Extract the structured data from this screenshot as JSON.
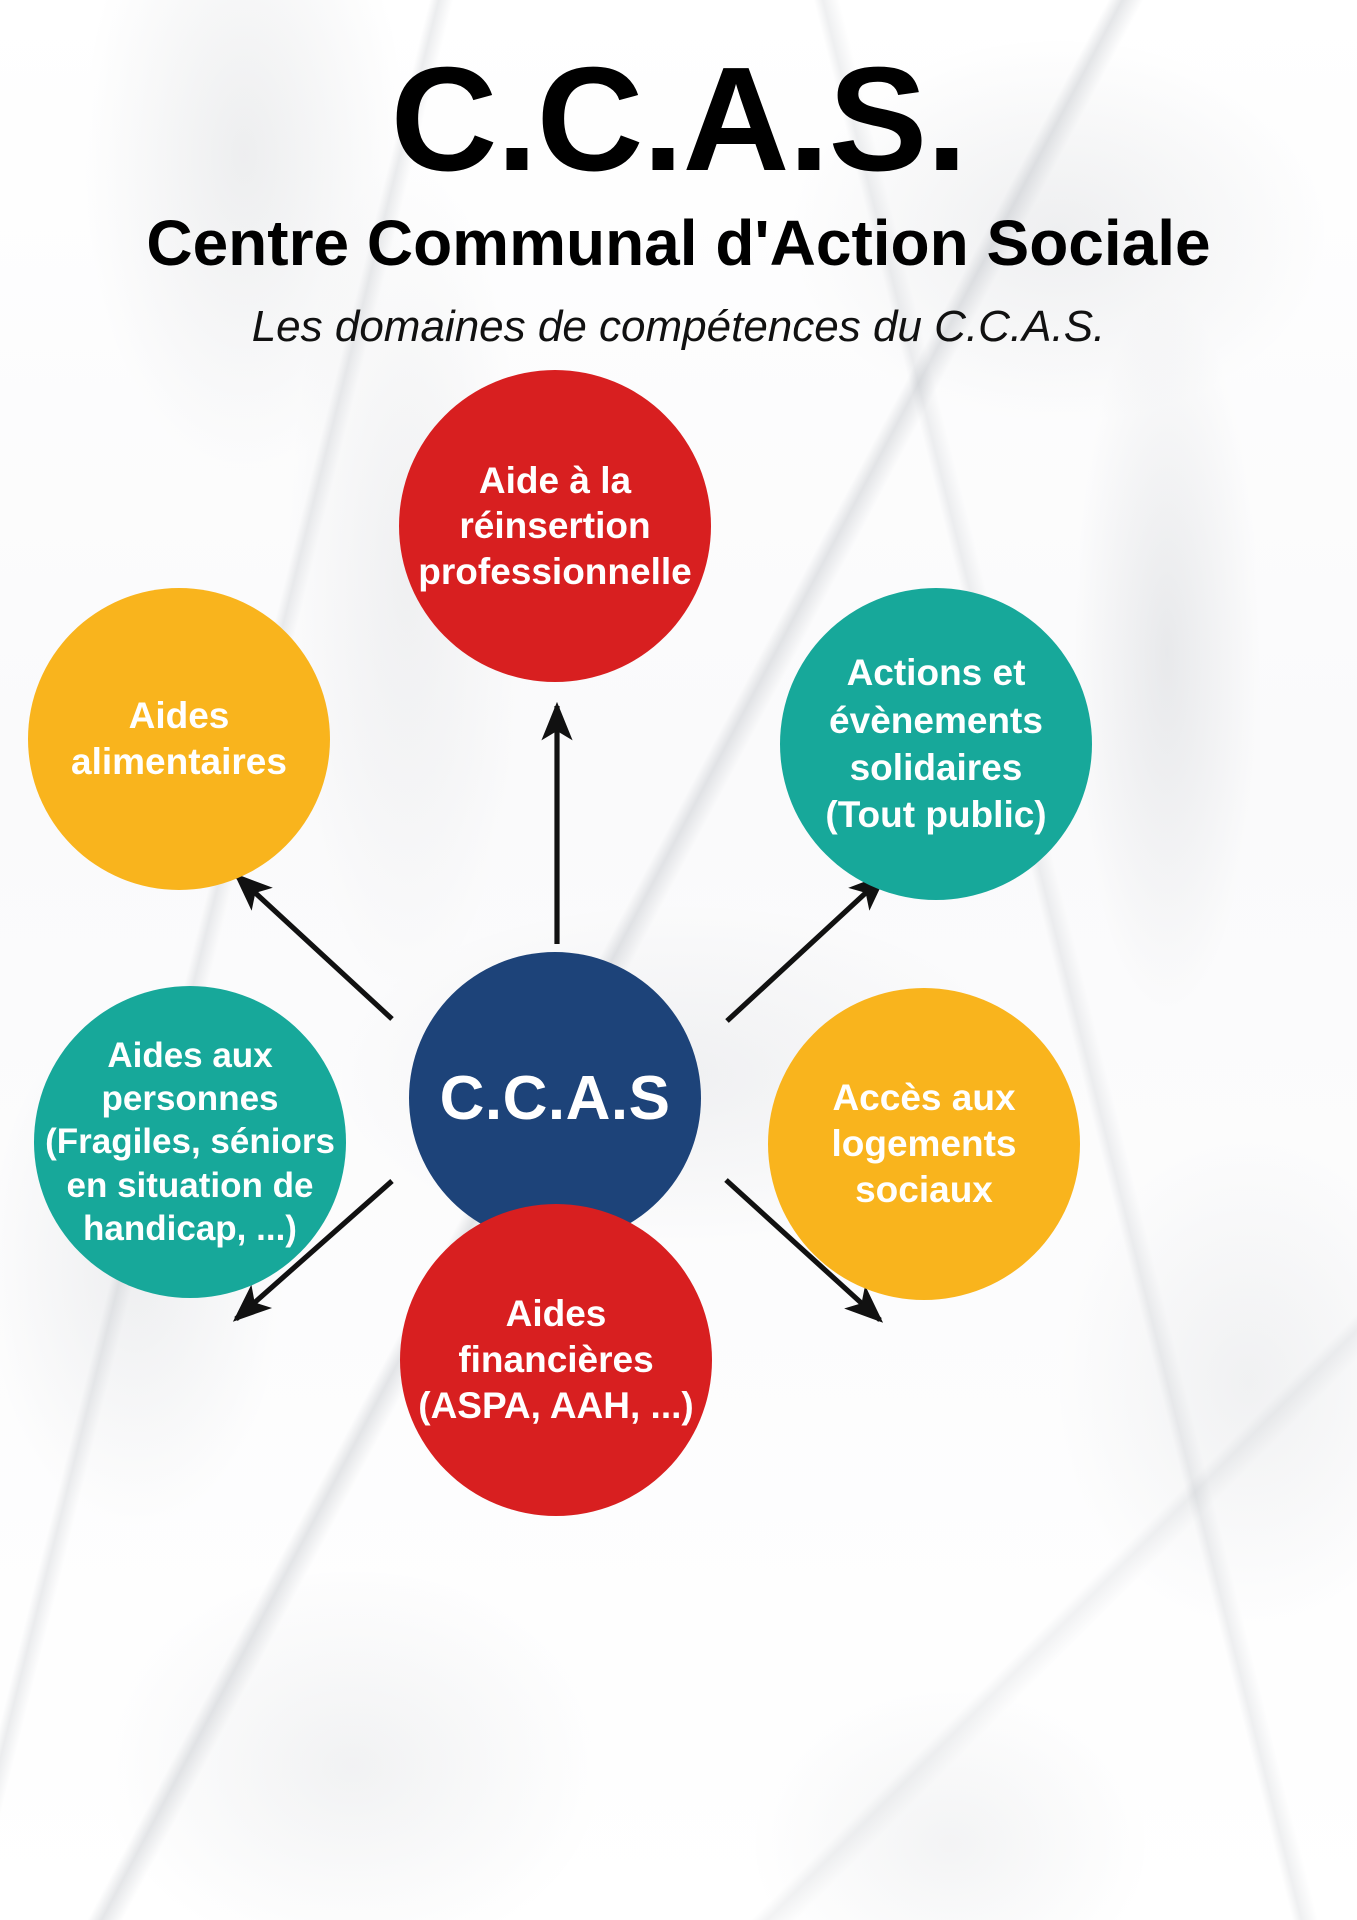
{
  "header": {
    "title": "C.C.A.S.",
    "subtitle": "Centre Communal d'Action Sociale",
    "tagline": "Les domaines de compétences du C.C.A.S."
  },
  "diagram": {
    "center": {
      "id": "ccas-center",
      "label": "C.C.A.S",
      "color": "#1d4379"
    },
    "nodes": [
      {
        "id": "aide-reinsertion-professionnelle",
        "label": "Aide à la\nréinsertion\nprofessionnelle",
        "color": "#d81f20",
        "position": "top"
      },
      {
        "id": "actions-evenements-solidaires",
        "label": "Actions et\névènements\nsolidaires\n(Tout public)",
        "color": "#17a89a",
        "position": "top-right"
      },
      {
        "id": "acces-logements-sociaux",
        "label": "Accès aux\nlogements\nsociaux",
        "color": "#f9b41d",
        "position": "bottom-right"
      },
      {
        "id": "aides-financieres",
        "label": "Aides\nfinancières\n(ASPA, AAH, ...)",
        "color": "#d81f20",
        "position": "bottom"
      },
      {
        "id": "aides-aux-personnes",
        "label": "Aides aux\npersonnes\n(Fragiles, séniors\nen situation de\nhandicap, ...)",
        "color": "#17a89a",
        "position": "bottom-left"
      },
      {
        "id": "aides-alimentaires",
        "label": "Aides\nalimentaires",
        "color": "#f9b41d",
        "position": "top-left"
      }
    ],
    "arrow_color": "#111111",
    "arrow_count": 6
  },
  "palette": {
    "red": "#d81f20",
    "teal": "#17a89a",
    "yellow": "#f9b41d",
    "blue": "#1d4379",
    "background": "#fbfbfc",
    "text_on_circle": "#ffffff",
    "heading_text": "#000000"
  }
}
